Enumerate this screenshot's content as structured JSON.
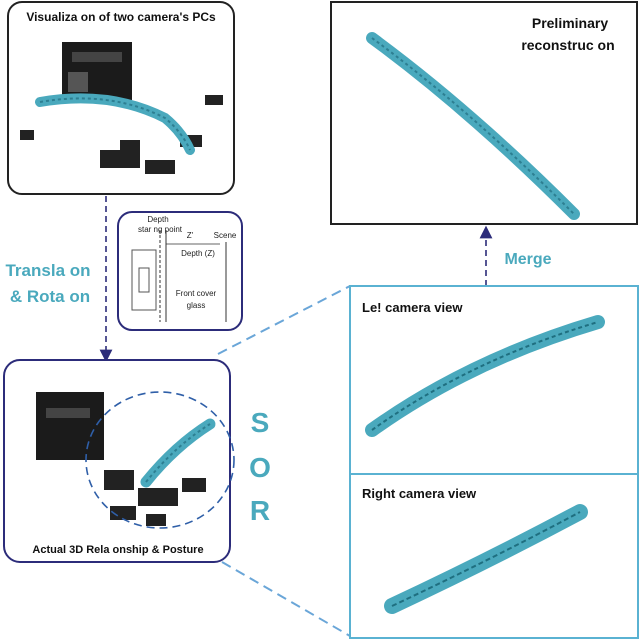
{
  "panels": {
    "top_left": {
      "title": "Visualiza  on of two camera's PCs"
    },
    "preliminary": {
      "title_line1": "Preliminary",
      "title_line2": "reconstruc  on"
    },
    "actual": {
      "title": "Actual 3D Rela  onship & Posture"
    },
    "left_view": {
      "title": "Le!  camera view"
    },
    "right_view": {
      "title": "Right camera view"
    }
  },
  "labels": {
    "translation_line1": "Transla  on",
    "translation_line2": "& Rota  on",
    "merge": "Merge",
    "sor": [
      "S",
      "O",
      "R"
    ]
  },
  "inset": {
    "depth_start_line1": "Depth",
    "depth_start_line2": "star   ng point",
    "z_prime": "Z'",
    "scene": "Scene",
    "depth_z": "Depth (Z)",
    "cover_line1": "Front cover",
    "cover_line2": "glass"
  },
  "colors": {
    "frame_navy": "#2c2c7a",
    "accent_teal": "#4aa9bd",
    "view_border": "#5ab2d2",
    "dashed_blue": "#6aa6d8"
  }
}
